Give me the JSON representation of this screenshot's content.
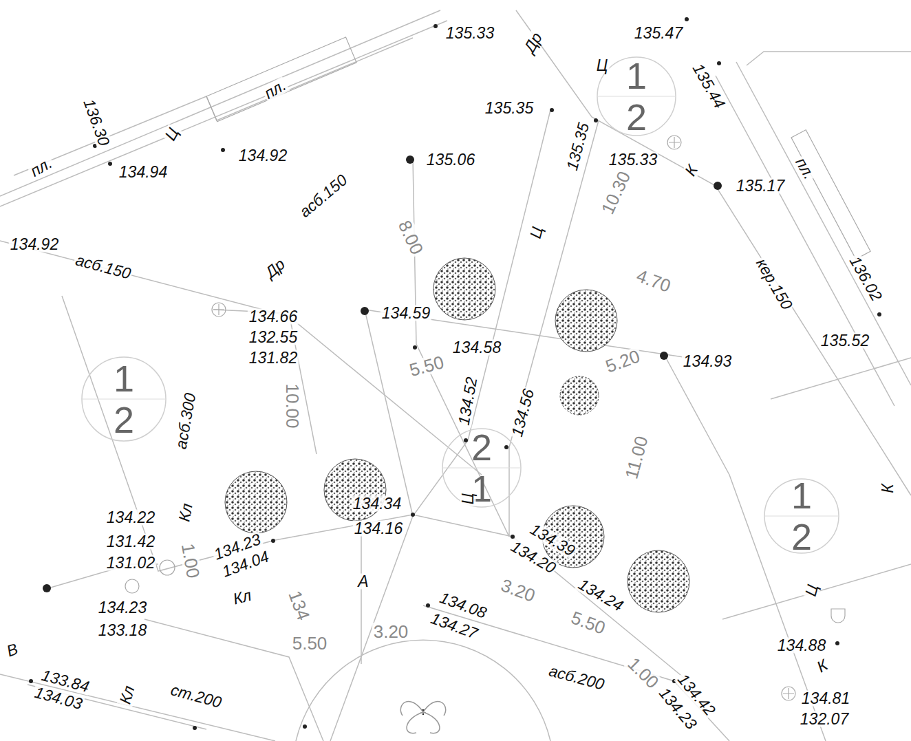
{
  "diagram": {
    "nodes": [
      {
        "text": [
          "1",
          "2"
        ]
      },
      {
        "text": [
          "1",
          "2"
        ]
      },
      {
        "text": [
          "2",
          "1"
        ]
      },
      {
        "text": [
          "1",
          "2"
        ]
      }
    ],
    "labels": [
      "135.33",
      "Др",
      "135.47",
      "Ц",
      "135.44",
      "пл.",
      "135.35",
      "135.35",
      "136.30",
      "Ц",
      "134.92",
      "135.06",
      "135.33",
      "10.30",
      "К",
      "135.17",
      "пл.",
      "пл.",
      "134.94",
      "асб.150",
      "8.00",
      "Ц",
      "134.92",
      "асб.150",
      "Др",
      "кер.150",
      "136.02",
      "4.70",
      "134.66",
      "134.59",
      "132.55",
      "135.52",
      "131.82",
      "134.58",
      "5.50",
      "5.20",
      "134.93",
      "10.00",
      "асб.300",
      "134.52",
      "134.56",
      "Ц",
      "11.00",
      "К",
      "134.34",
      "Кл",
      "134.22",
      "134.16",
      "134.39",
      "134.23",
      "131.42",
      "134.04",
      "134.20",
      "1.00",
      "134.24",
      "131.02",
      "3.20",
      "Кл",
      "134",
      "А",
      "134.23",
      "133.18",
      "Ц",
      "134.08",
      "134.27",
      "5.50",
      "В",
      "134.88",
      "5.50",
      "3.20",
      "К",
      "133.84",
      "134.03",
      "Кл",
      "ст.200",
      "асб.200",
      "1.00",
      "134.42",
      "134.23",
      "134.81",
      "132.07"
    ]
  }
}
